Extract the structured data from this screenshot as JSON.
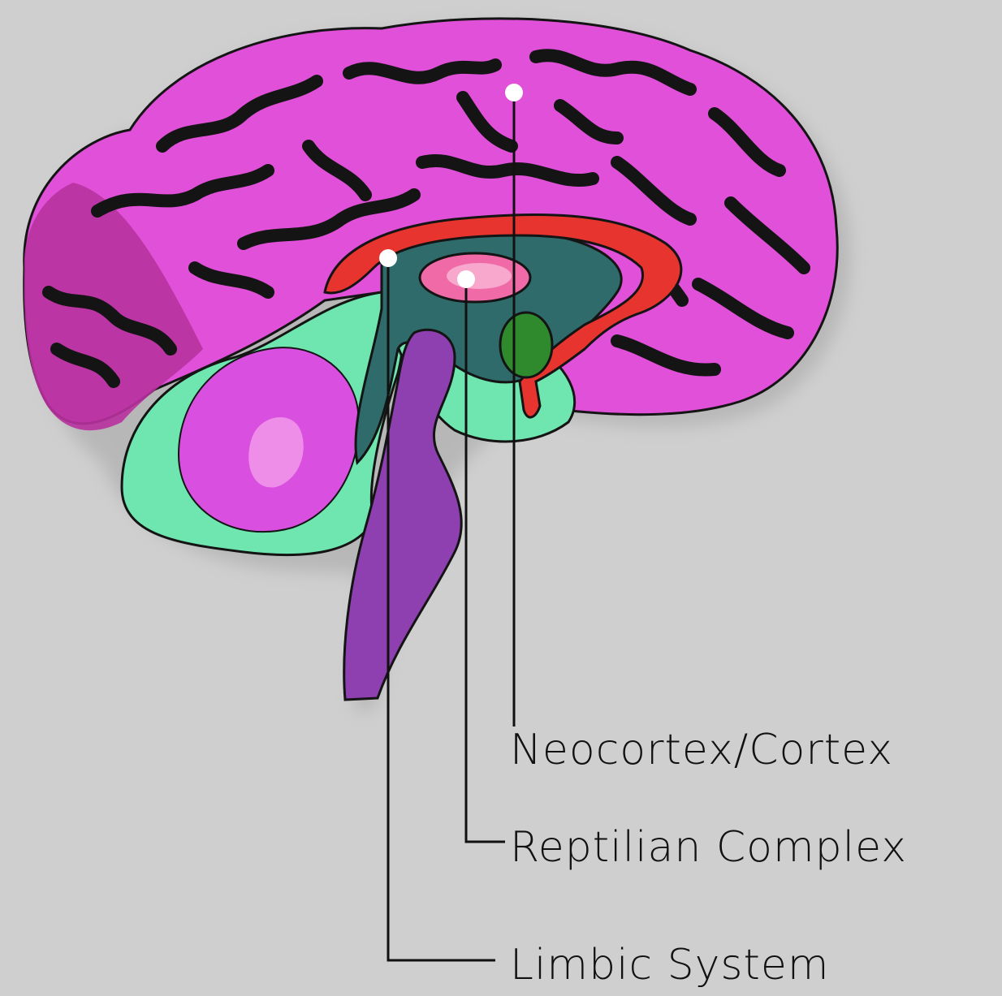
{
  "labels": {
    "neocortex": "Neocortex/Cortex",
    "reptilian": "Reptilian Complex",
    "limbic": "Limbic System"
  },
  "colors": {
    "background": "#cfcfcf",
    "cortex": "#e050d8",
    "cortex_dark": "#b8329e",
    "sulci": "#141414",
    "limbic_red": "#e8342e",
    "limbic_green": "#6fe6b0",
    "teal": "#2e6b6a",
    "brainstem": "#8e3fb0",
    "thalamus_pink": "#f06aa8",
    "amygdala_green": "#2e8a2c",
    "cerebellum": "#d94fe0",
    "marker": "#ffffff",
    "leader_line": "#111111"
  }
}
